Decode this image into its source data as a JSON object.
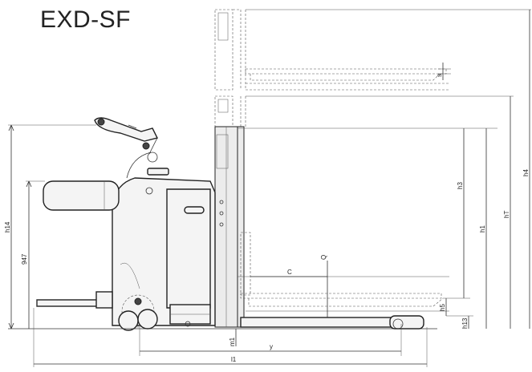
{
  "title": "EXD-SF",
  "dimensions": {
    "h14": "h14",
    "d947": "947",
    "h3": "h3",
    "h1": "h1",
    "h4": "h4",
    "hT": "hT",
    "c": "C",
    "q": "Q",
    "h5": "h5",
    "h13": "h13",
    "s": "s",
    "m1": "m1",
    "y": "y",
    "l1": "l1"
  }
}
